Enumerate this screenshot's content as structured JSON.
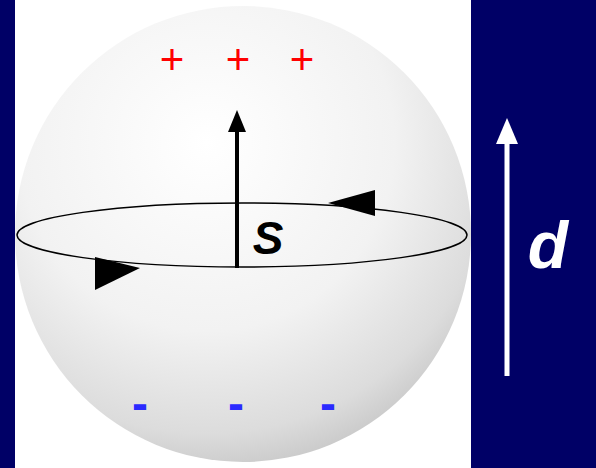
{
  "diagram": {
    "labels": [
      "+",
      "+",
      "+",
      "S",
      "-",
      "-",
      "-",
      "d"
    ]
  }
}
